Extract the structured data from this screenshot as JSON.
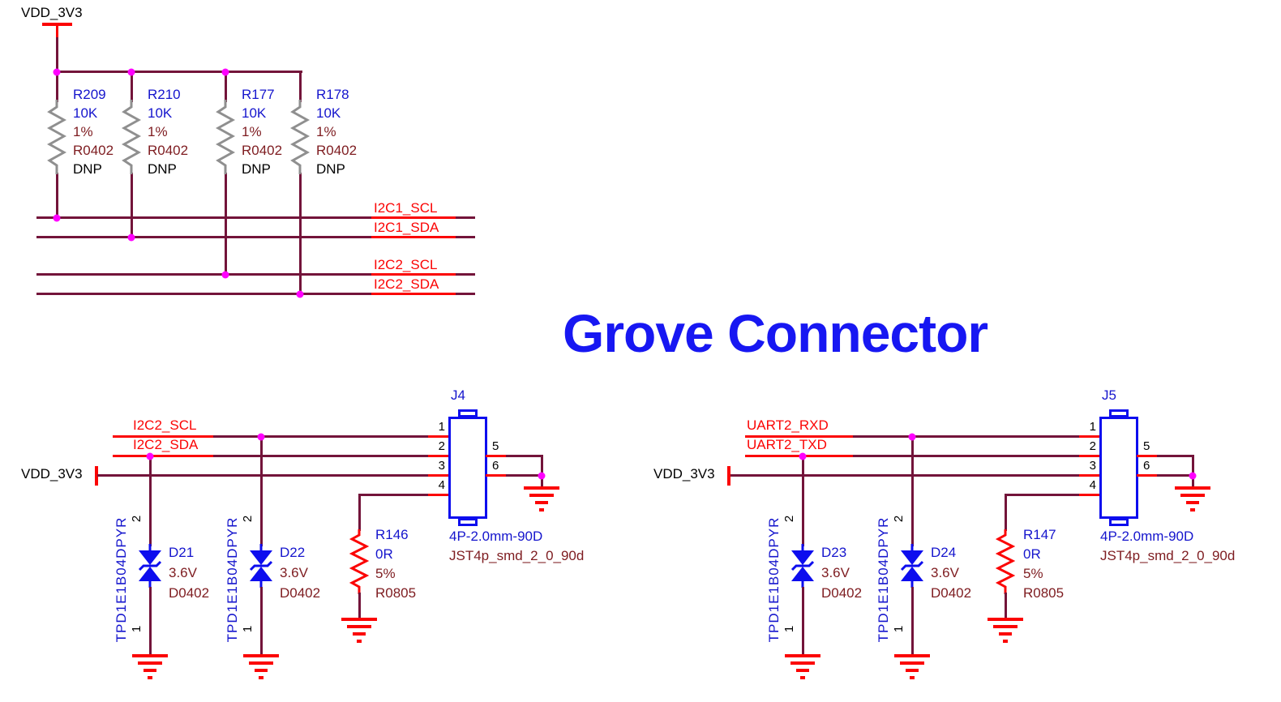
{
  "title": "Grove Connector",
  "pullups": {
    "power_net": "VDD_3V3",
    "resistors": [
      {
        "ref": "R209",
        "value": "10K",
        "tol": "1%",
        "fp": "R0402",
        "dnp": "DNP"
      },
      {
        "ref": "R210",
        "value": "10K",
        "tol": "1%",
        "fp": "R0402",
        "dnp": "DNP"
      },
      {
        "ref": "R177",
        "value": "10K",
        "tol": "1%",
        "fp": "R0402",
        "dnp": "DNP"
      },
      {
        "ref": "R178",
        "value": "10K",
        "tol": "1%",
        "fp": "R0402",
        "dnp": "DNP"
      }
    ],
    "nets": [
      "I2C1_SCL",
      "I2C1_SDA",
      "I2C2_SCL",
      "I2C2_SDA"
    ]
  },
  "left": {
    "nets": [
      "I2C2_SCL",
      "I2C2_SDA"
    ],
    "power_net": "VDD_3V3",
    "connector": {
      "ref": "J4",
      "type": "4P-2.0mm-90D",
      "fp": "JST4p_smd_2_0_90d",
      "pins": [
        "1",
        "2",
        "3",
        "4",
        "5",
        "6"
      ]
    },
    "diodes": [
      {
        "ref": "D21",
        "part": "TPD1E1B04DPYR",
        "value": "3.6V",
        "fp": "D0402",
        "pin_top": "2",
        "pin_bot": "1"
      },
      {
        "ref": "D22",
        "part": "TPD1E1B04DPYR",
        "value": "3.6V",
        "fp": "D0402",
        "pin_top": "2",
        "pin_bot": "1"
      }
    ],
    "resistor": {
      "ref": "R146",
      "value": "0R",
      "tol": "5%",
      "fp": "R0805"
    }
  },
  "right": {
    "nets": [
      "UART2_RXD",
      "UART2_TXD"
    ],
    "power_net": "VDD_3V3",
    "connector": {
      "ref": "J5",
      "type": "4P-2.0mm-90D",
      "fp": "JST4p_smd_2_0_90d",
      "pins": [
        "1",
        "2",
        "3",
        "4",
        "5",
        "6"
      ]
    },
    "diodes": [
      {
        "ref": "D23",
        "part": "TPD1E1B04DPYR",
        "value": "3.6V",
        "fp": "D0402",
        "pin_top": "2",
        "pin_bot": "1"
      },
      {
        "ref": "D24",
        "part": "TPD1E1B04DPYR",
        "value": "3.6V",
        "fp": "D0402",
        "pin_top": "2",
        "pin_bot": "1"
      }
    ],
    "resistor": {
      "ref": "R147",
      "value": "0R",
      "tol": "5%",
      "fp": "R0805"
    }
  },
  "colors": {
    "wire": "#73143a",
    "net_red": "#fb0404",
    "designator_blue": "#1515cd",
    "param_maroon": "#7e1c20",
    "junction_magenta": "#ff00ff",
    "symbol_blue": "#0d0dee",
    "title_blue": "#1717f2",
    "resistor_gray": "#8f8f8f"
  }
}
